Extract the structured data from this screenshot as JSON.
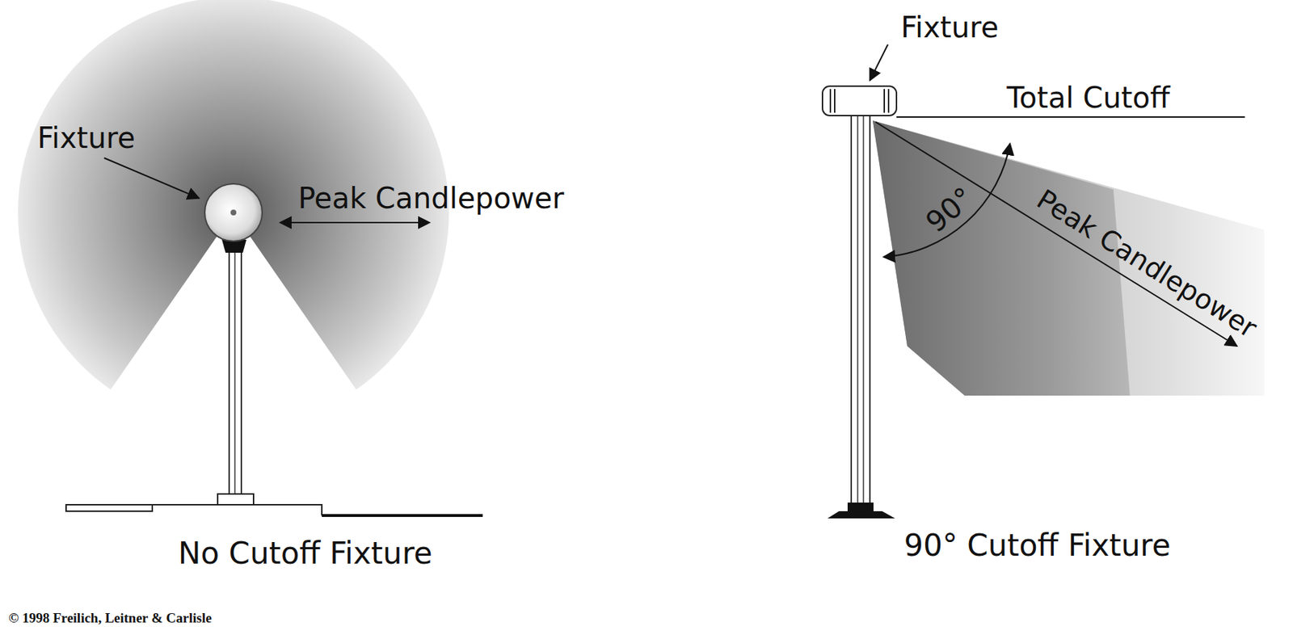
{
  "diagram": {
    "labels": [
      "Fixture",
      "Peak Candlepower",
      "No Cutoff Fixture",
      "Fixture",
      "Total Cutoff",
      "90°",
      "Peak Candlepower",
      "90° Cutoff Fixture",
      "© 1998 Freilich, Leitner & Carlisle"
    ]
  }
}
